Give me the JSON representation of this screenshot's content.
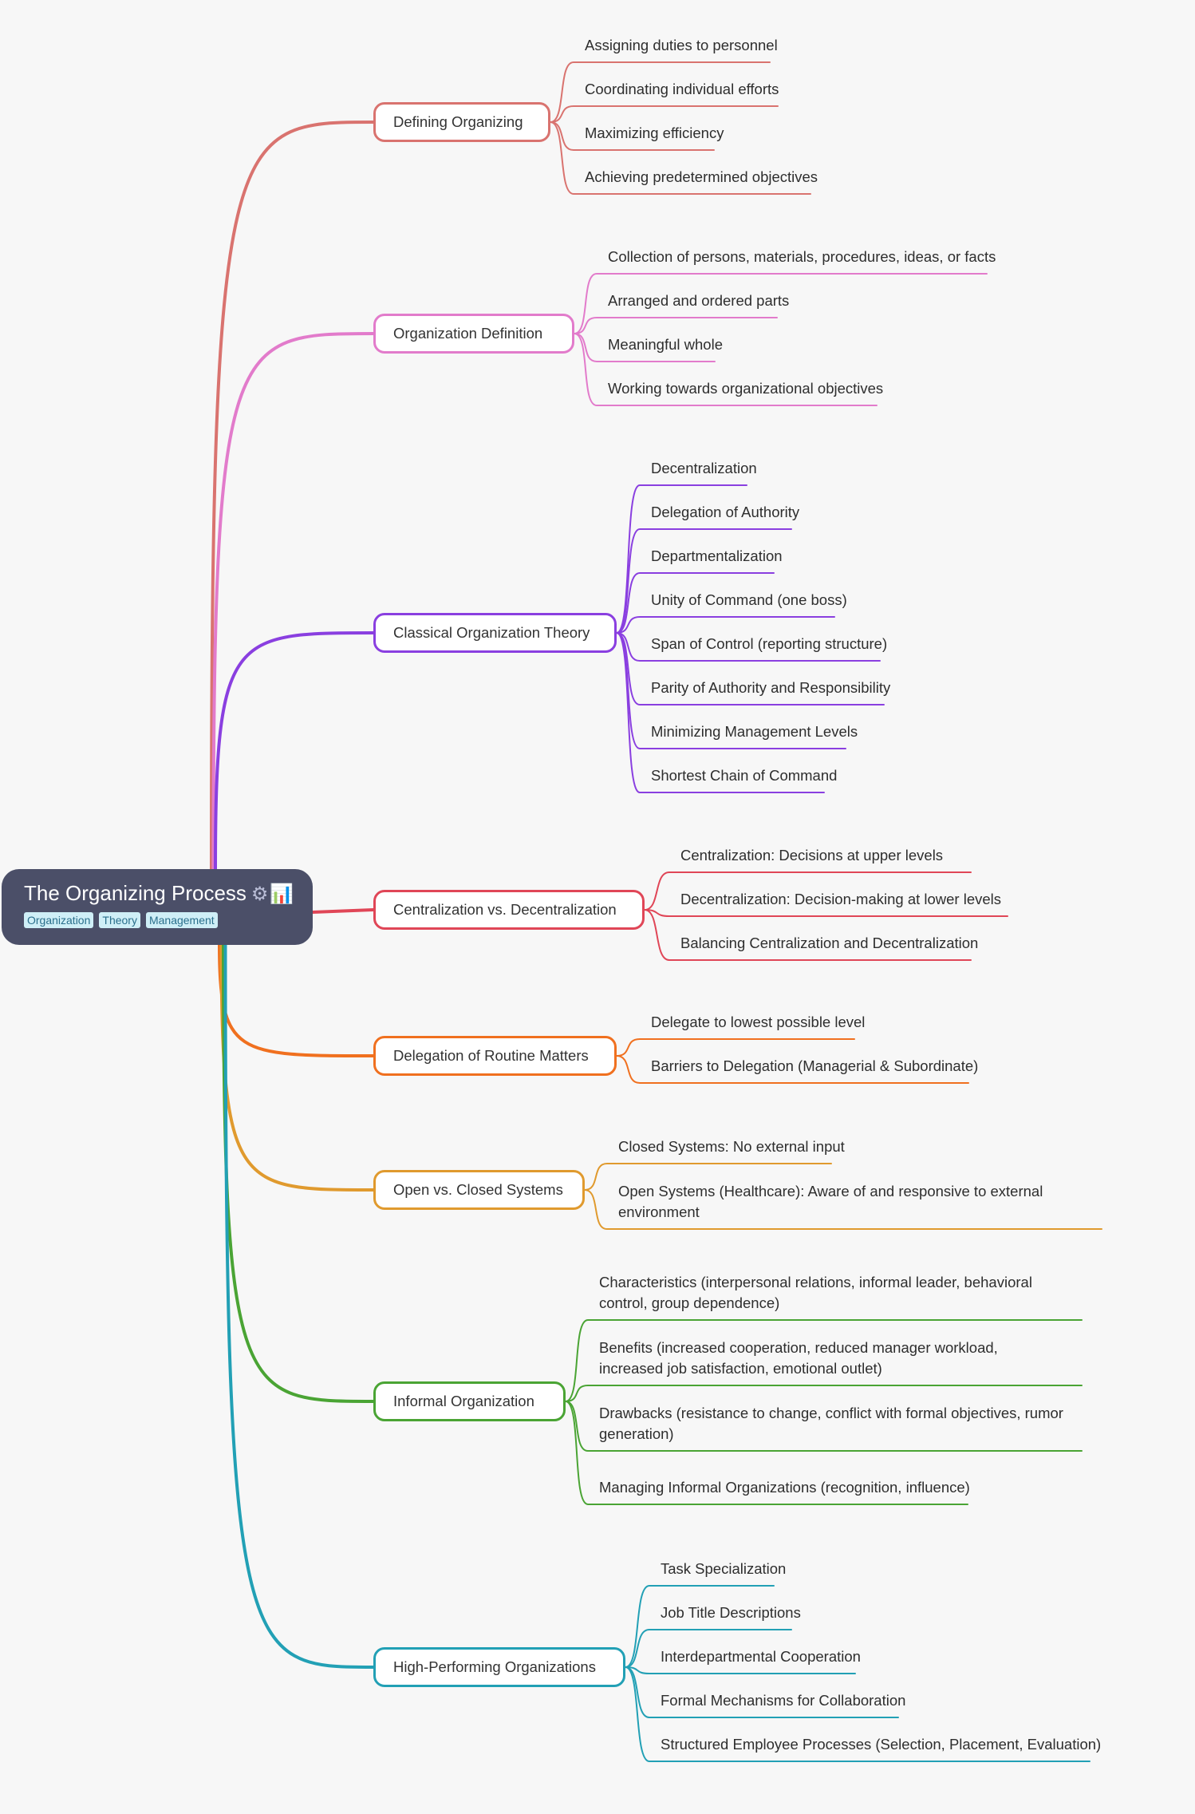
{
  "root": {
    "title": "The Organizing Process",
    "icons": [
      "gear-icon",
      "bar-chart-icon"
    ],
    "tags": [
      "Organization",
      "Theory",
      "Management"
    ]
  },
  "branches": [
    {
      "label": "Defining Organizing",
      "color": "#d9736f",
      "children": [
        "Assigning duties to personnel",
        "Coordinating individual efforts",
        "Maximizing efficiency",
        "Achieving predetermined objectives"
      ]
    },
    {
      "label": "Organization Definition",
      "color": "#e27bcb",
      "children": [
        "Collection of persons, materials, procedures, ideas, or facts",
        "Arranged and ordered parts",
        "Meaningful whole",
        "Working towards organizational objectives"
      ]
    },
    {
      "label": "Classical Organization Theory",
      "color": "#8a3fe0",
      "children": [
        "Decentralization",
        "Delegation of Authority",
        "Departmentalization",
        "Unity of Command (one boss)",
        "Span of Control (reporting structure)",
        "Parity of Authority and Responsibility",
        "Minimizing Management Levels",
        "Shortest Chain of Command"
      ]
    },
    {
      "label": "Centralization vs. Decentralization",
      "color": "#e04657",
      "children": [
        "Centralization: Decisions at upper levels",
        "Decentralization: Decision-making at lower levels",
        "Balancing Centralization and Decentralization"
      ]
    },
    {
      "label": "Delegation of Routine Matters",
      "color": "#f0701f",
      "children": [
        "Delegate to lowest possible level",
        "Barriers to Delegation (Managerial & Subordinate)"
      ]
    },
    {
      "label": "Open vs. Closed Systems",
      "color": "#e09a2e",
      "children": [
        "Closed Systems: No external input",
        "Open Systems (Healthcare): Aware of and responsive to external environment"
      ]
    },
    {
      "label": "Informal Organization",
      "color": "#4aa434",
      "children": [
        "Characteristics (interpersonal relations, informal leader, behavioral control, group dependence)",
        "Benefits (increased cooperation, reduced manager workload, increased job satisfaction, emotional outlet)",
        "Drawbacks (resistance to change, conflict with formal objectives, rumor generation)",
        "Managing Informal Organizations (recognition, influence)"
      ]
    },
    {
      "label": "High-Performing Organizations",
      "color": "#22a0b5",
      "children": [
        "Task Specialization",
        "Job Title Descriptions",
        "Interdepartmental Cooperation",
        "Formal Mechanisms for Collaboration",
        "Structured Employee Processes (Selection, Placement, Evaluation)"
      ]
    }
  ]
}
